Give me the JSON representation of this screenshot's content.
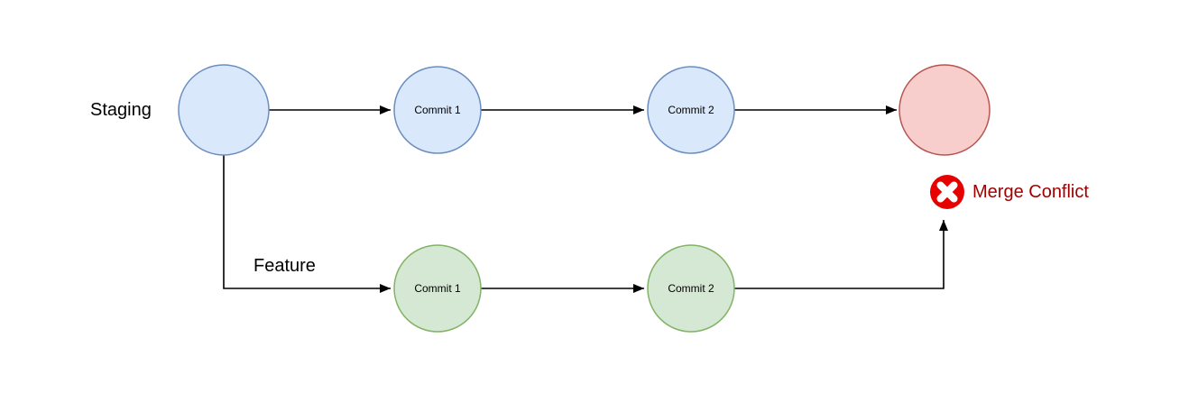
{
  "diagram": {
    "background": "#ffffff",
    "line_color": "#000000",
    "branches": [
      {
        "name": "staging",
        "label": "Staging",
        "node_fill": "#dae8fc",
        "node_stroke": "#6c8ebf"
      },
      {
        "name": "feature",
        "label": "Feature",
        "node_fill": "#d5e8d4",
        "node_stroke": "#82b366"
      }
    ],
    "nodes": [
      {
        "id": "staging-head",
        "branch": "staging",
        "label": ""
      },
      {
        "id": "staging-commit-1",
        "branch": "staging",
        "label": "Commit 1"
      },
      {
        "id": "staging-commit-2",
        "branch": "staging",
        "label": "Commit 2"
      },
      {
        "id": "merge-result",
        "branch": "staging",
        "label": ""
      },
      {
        "id": "feature-commit-1",
        "branch": "feature",
        "label": "Commit 1"
      },
      {
        "id": "feature-commit-2",
        "branch": "feature",
        "label": "Commit 2"
      }
    ],
    "merge_result": {
      "fill": "#f8cecc",
      "stroke": "#b85450"
    },
    "annotation": {
      "icon": "error-x-icon",
      "icon_fill": "#e60000",
      "icon_glyph_color": "#ffffff",
      "label": "Merge Conflict",
      "label_color": "#a20000"
    }
  }
}
